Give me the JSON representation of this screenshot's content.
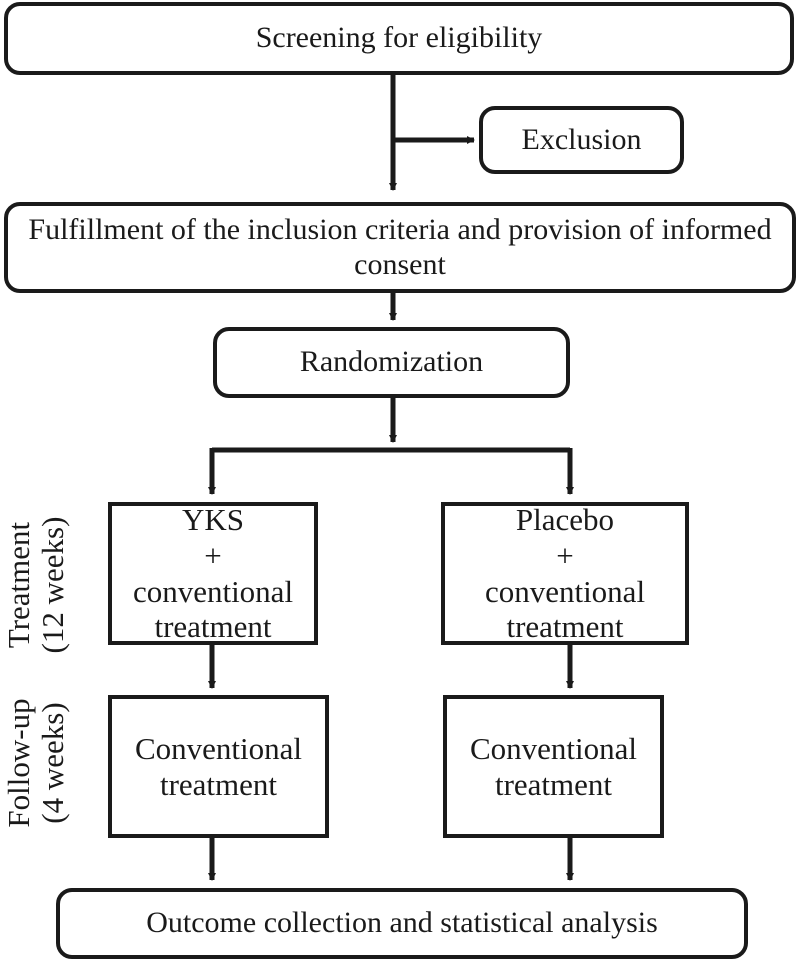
{
  "steps": {
    "screening": "Screening for eligibility",
    "exclusion": "Exclusion",
    "inclusion": "Fulfillment of the inclusion criteria and provision of informed consent",
    "randomization": "Randomization",
    "outcome": "Outcome collection and statistical analysis"
  },
  "arms": [
    {
      "treatment_lines": [
        "YKS",
        "+",
        "conventional",
        "treatment"
      ],
      "followup_lines": [
        "Conventional",
        "treatment"
      ]
    },
    {
      "treatment_lines": [
        "Placebo",
        "+",
        "conventional",
        "treatment"
      ],
      "followup_lines": [
        "Conventional",
        "treatment"
      ]
    }
  ],
  "phases": {
    "treatment": [
      "Treatment",
      "(12 weeks)"
    ],
    "followup": [
      "Follow-up",
      "(4 weeks)"
    ]
  }
}
